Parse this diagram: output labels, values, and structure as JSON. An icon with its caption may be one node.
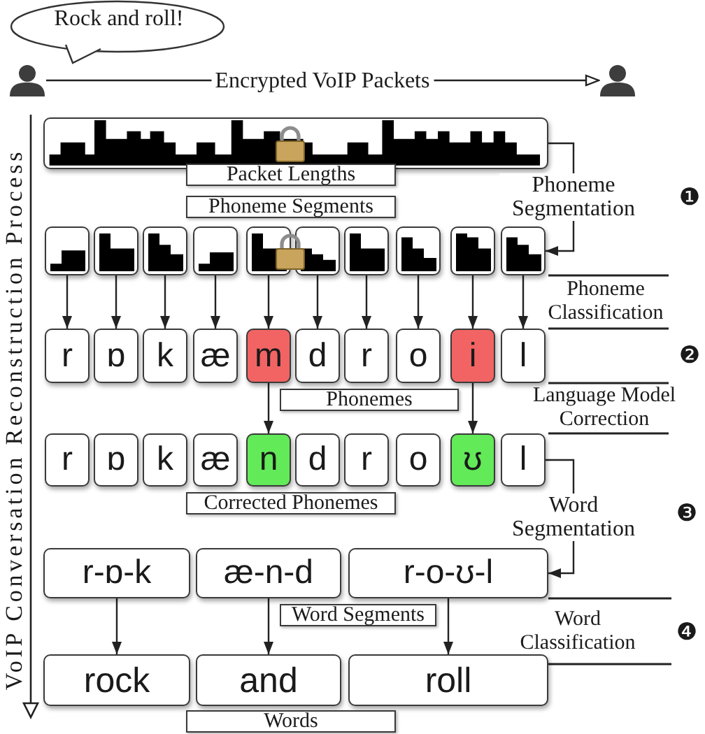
{
  "diagram": {
    "nodes": [
      {
        "text": [
          "Rock and roll!"
        ]
      },
      {
        "text": [],
        "shape": "person"
      },
      {
        "text": [],
        "shape": "person"
      },
      {
        "text": [],
        "shape": "box"
      },
      {
        "text": [
          "Packet Lengths"
        ]
      },
      {
        "text": [],
        "shape": "box"
      },
      {
        "text": [],
        "shape": "box"
      },
      {
        "text": [],
        "shape": "box"
      },
      {
        "text": [],
        "shape": "box"
      },
      {
        "text": [],
        "shape": "box"
      },
      {
        "text": [],
        "shape": "box"
      },
      {
        "text": [],
        "shape": "box"
      },
      {
        "text": [],
        "shape": "box"
      },
      {
        "text": [],
        "shape": "box"
      },
      {
        "text": [],
        "shape": "box"
      },
      {
        "text": [
          "Phoneme Segments"
        ]
      },
      {
        "text": [
          "r"
        ]
      },
      {
        "text": [
          "ɒ"
        ]
      },
      {
        "text": [
          "k"
        ]
      },
      {
        "text": [
          "æ"
        ]
      },
      {
        "text": [
          "m"
        ]
      },
      {
        "text": [
          "d"
        ]
      },
      {
        "text": [
          "r"
        ]
      },
      {
        "text": [
          "o"
        ]
      },
      {
        "text": [
          "i"
        ]
      },
      {
        "text": [
          "l"
        ]
      },
      {
        "text": [
          "Phonemes"
        ]
      },
      {
        "text": [
          "r"
        ]
      },
      {
        "text": [
          "ɒ"
        ]
      },
      {
        "text": [
          "k"
        ]
      },
      {
        "text": [
          "æ"
        ]
      },
      {
        "text": [
          "n"
        ]
      },
      {
        "text": [
          "d"
        ]
      },
      {
        "text": [
          "r"
        ]
      },
      {
        "text": [
          "o"
        ]
      },
      {
        "text": [
          "ʊ"
        ]
      },
      {
        "text": [
          "l"
        ]
      },
      {
        "text": [
          "Corrected Phonemes"
        ]
      },
      {
        "text": [
          "r-ɒ-k"
        ]
      },
      {
        "text": [
          "æ-n-d"
        ]
      },
      {
        "text": [
          "r-o-ʊ-l"
        ]
      },
      {
        "text": [
          "Word Segments"
        ]
      },
      {
        "text": [
          "rock"
        ]
      },
      {
        "text": [
          "and"
        ]
      },
      {
        "text": [
          "roll"
        ]
      },
      {
        "text": [
          "Words"
        ]
      }
    ],
    "edges": [
      {
        "from": 1,
        "to": 2,
        "arrow": "to",
        "label": "Encrypted VoIP Packets"
      },
      {
        "from": 3,
        "to": 14,
        "arrow": "to",
        "label": "Phoneme Segmentation"
      },
      {
        "from": 5,
        "to": 16,
        "arrow": "to"
      },
      {
        "from": 6,
        "to": 17,
        "arrow": "to"
      },
      {
        "from": 7,
        "to": 18,
        "arrow": "to"
      },
      {
        "from": 8,
        "to": 19,
        "arrow": "to"
      },
      {
        "from": 9,
        "to": 20,
        "arrow": "to"
      },
      {
        "from": 10,
        "to": 21,
        "arrow": "to"
      },
      {
        "from": 11,
        "to": 22,
        "arrow": "to"
      },
      {
        "from": 12,
        "to": 23,
        "arrow": "to"
      },
      {
        "from": 13,
        "to": 24,
        "arrow": "to"
      },
      {
        "from": 14,
        "to": 25,
        "arrow": "to"
      },
      {
        "from": 20,
        "to": 31,
        "arrow": "to"
      },
      {
        "from": 24,
        "to": 35,
        "arrow": "to"
      },
      {
        "from": 36,
        "to": 40,
        "arrow": "to",
        "label": "Word Segmentation"
      },
      {
        "from": 38,
        "to": 42,
        "arrow": "to"
      },
      {
        "from": 39,
        "to": 43,
        "arrow": "to"
      },
      {
        "from": 40,
        "to": 44,
        "arrow": "to"
      }
    ],
    "labels": [
      "VoIP Conversation Reconstruction Process",
      "❶",
      "Phoneme Classification",
      "❷",
      "Language Model Correction",
      "❸",
      "Word Classification",
      "❹"
    ]
  }
}
